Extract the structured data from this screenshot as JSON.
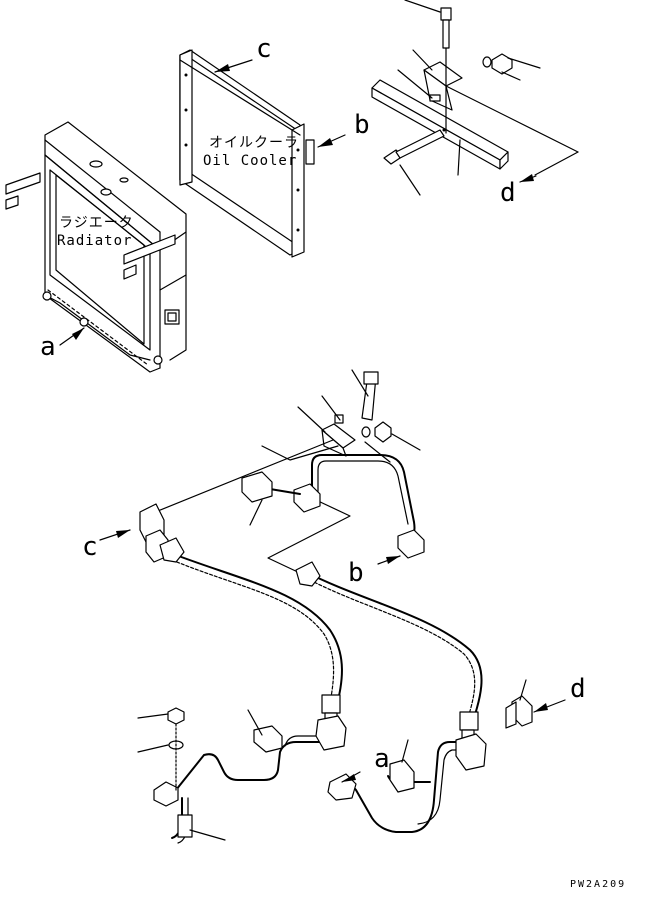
{
  "diagram": {
    "radiator": {
      "label_ja": "ラジエータ",
      "label_en": "Radiator"
    },
    "oil_cooler": {
      "label_ja": "オイルクーラ",
      "label_en": "Oil Cooler"
    },
    "refs": {
      "a": "a",
      "b": "b",
      "c": "c",
      "d": "d"
    },
    "drawing_code": "PW2A209"
  }
}
